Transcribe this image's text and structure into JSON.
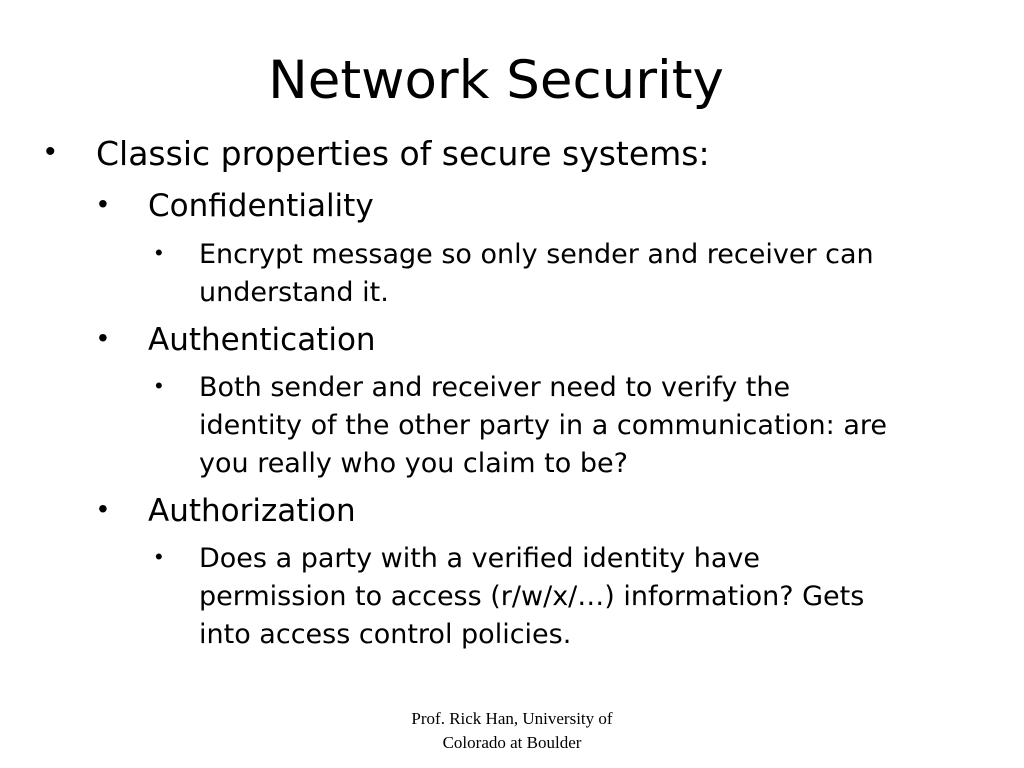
{
  "slide": {
    "title": "Network Security",
    "bullets": {
      "b1": "Classic properties of secure systems:",
      "b1_1": "Confidentiality",
      "b1_1_1_line1": "Encrypt message so only sender and receiver can",
      "b1_1_1_line2": "understand it.",
      "b1_2": "Authentication",
      "b1_2_1_line1": "Both sender and receiver need to verify the",
      "b1_2_1_line2": "identity of the other party in a communication: are",
      "b1_2_1_line3": "you really who you claim to be?",
      "b1_3": "Authorization",
      "b1_3_1_line1": "Does a party with a verified identity have",
      "b1_3_1_line2": "permission to access (r/w/x/…) information?  Gets",
      "b1_3_1_line3": "into access control policies."
    },
    "bullet_glyph": "•",
    "footer_line1": "Prof. Rick Han, University of",
    "footer_line2": "Colorado at Boulder"
  }
}
